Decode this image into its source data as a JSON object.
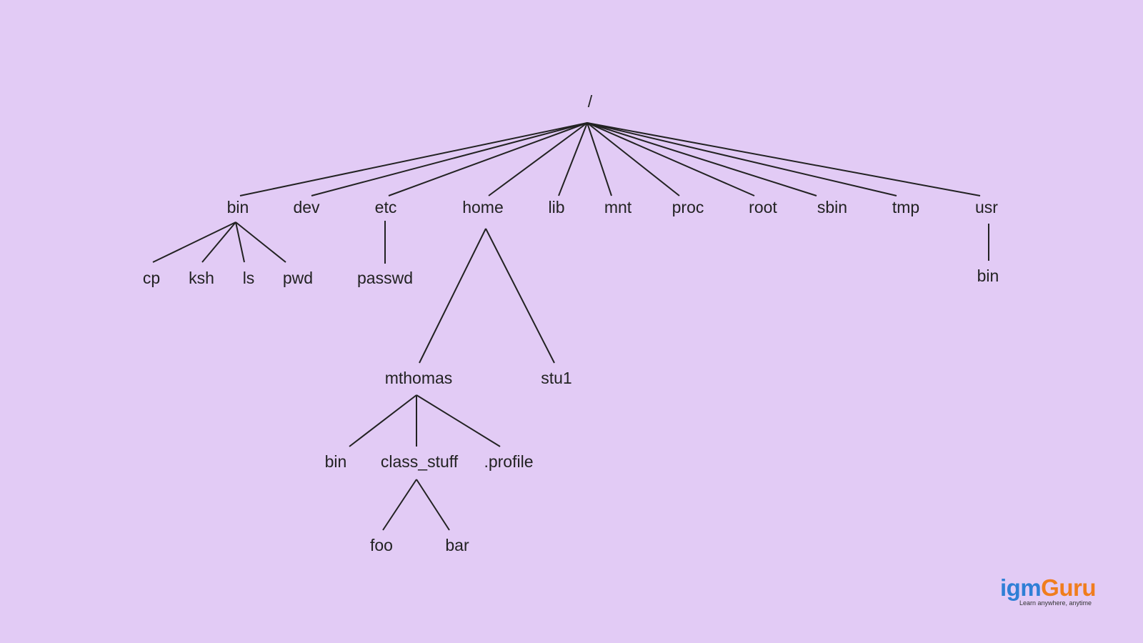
{
  "root": "/",
  "top_dirs": [
    "bin",
    "dev",
    "etc",
    "home",
    "lib",
    "mnt",
    "proc",
    "root",
    "sbin",
    "tmp",
    "usr"
  ],
  "bin_children": [
    "cp",
    "ksh",
    "ls",
    "pwd"
  ],
  "etc_children": [
    "passwd"
  ],
  "home_children": [
    "mthomas",
    "stu1"
  ],
  "usr_children": [
    "bin"
  ],
  "mthomas_children": [
    "bin",
    "class_stuff",
    ".profile"
  ],
  "class_stuff_children": [
    "foo",
    "bar"
  ],
  "logo": {
    "part1": "igm",
    "part2": "Guru",
    "tagline": "Learn anywhere, anytime"
  },
  "colors": {
    "background": "#e2cbf5",
    "text": "#222222",
    "logo_blue": "#2f7fd6",
    "logo_orange": "#f07d1e"
  }
}
